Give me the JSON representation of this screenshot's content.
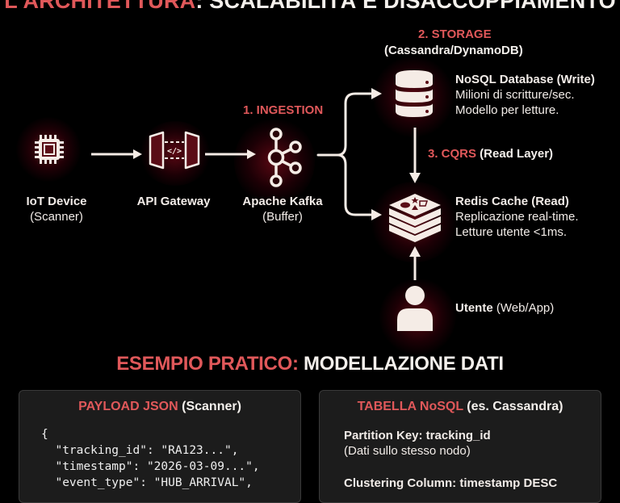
{
  "title": {
    "accent": "L'ARCHITETTURA",
    "rest": ": SCALABILITÀ E DISACCOPPIAMENTO"
  },
  "colors": {
    "background": "#000000",
    "accent_red": "#e0585a",
    "text_white": "#f4f0ec",
    "icon_fill": "#f5ece6",
    "icon_dark": "#5a0c16",
    "panel_bg": "#1c1c1c",
    "panel_border": "#3a3a3a"
  },
  "flow": {
    "nodes": [
      {
        "id": "iot",
        "icon": "chip-icon",
        "name": "IoT Device",
        "sub": "(Scanner)"
      },
      {
        "id": "gateway",
        "icon": "api-gateway-icon",
        "name": "API Gateway",
        "sub": ""
      },
      {
        "id": "kafka",
        "icon": "kafka-icon",
        "name": "Apache Kafka",
        "sub": "(Buffer)"
      }
    ],
    "steps": {
      "ingestion": "1. INGESTION",
      "storage": "2. STORAGE",
      "storage_sub": "(Cassandra/DynamoDB)",
      "cqrs_accent": "3. CQRS",
      "cqrs_rest": " (Read Layer)"
    },
    "nosql": {
      "icon": "database-icon",
      "title": "NoSQL Database (Write)",
      "line1": "Milioni di scritture/sec.",
      "line2": "Modello per letture."
    },
    "redis": {
      "icon": "redis-icon",
      "title": "Redis Cache (Read)",
      "line1": "Replicazione real-time.",
      "line2": "Letture utente <1ms."
    },
    "user": {
      "icon": "user-icon",
      "name": "Utente",
      "sub": " (Web/App)"
    }
  },
  "example": {
    "title_accent": "ESEMPIO PRATICO:",
    "title_rest": " MODELLAZIONE DATI",
    "payload": {
      "title_accent": "PAYLOAD JSON",
      "title_rest": " (Scanner)",
      "code_lines": [
        "{",
        "  \"tracking_id\": \"RA123...\",",
        "  \"timestamp\": \"2026-03-09...\",",
        "  \"event_type\": \"HUB_ARRIVAL\","
      ]
    },
    "table": {
      "title_accent": "TABELLA NoSQL",
      "title_rest": " (es. Cassandra)",
      "partition_key": "Partition Key: tracking_id",
      "partition_note": "(Dati sullo stesso nodo)",
      "clustering": "Clustering Column: timestamp DESC"
    }
  }
}
